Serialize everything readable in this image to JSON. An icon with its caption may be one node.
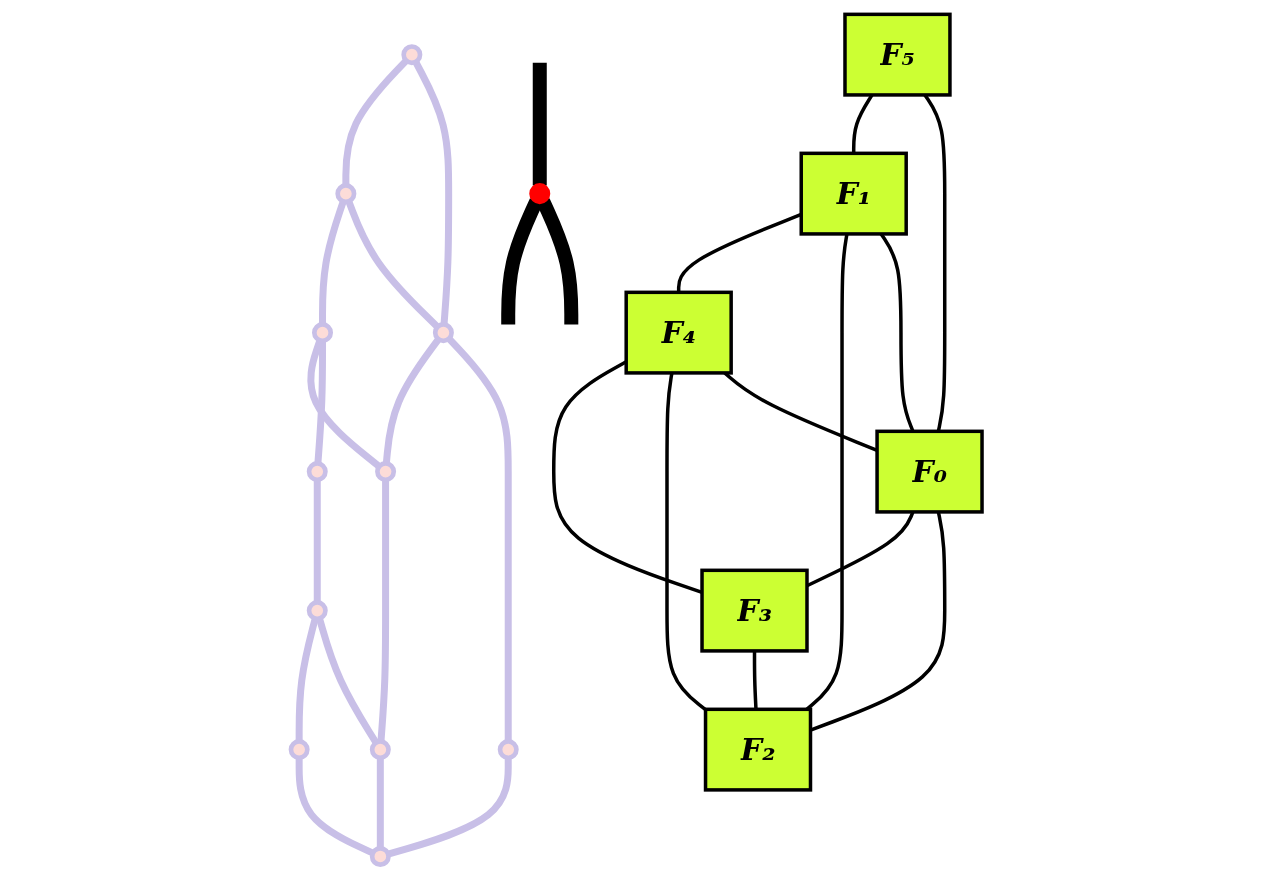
{
  "diagram": {
    "nodes": [
      {
        "text": [],
        "shape": "circle"
      },
      {
        "text": [],
        "shape": "circle"
      },
      {
        "text": [
          "F₀"
        ]
      },
      {
        "text": [],
        "shape": "circle"
      },
      {
        "text": [],
        "shape": "circle"
      },
      {
        "text": [],
        "shape": "circle"
      },
      {
        "text": [],
        "shape": "circle"
      },
      {
        "text": [
          "F₅"
        ]
      },
      {
        "text": [
          "F₁"
        ]
      },
      {
        "text": [
          "F₄"
        ]
      },
      {
        "text": [
          "F₃"
        ]
      },
      {
        "text": [],
        "shape": "circle"
      },
      {
        "text": [],
        "shape": "circle"
      },
      {
        "text": [],
        "shape": "circle"
      },
      {
        "text": [],
        "shape": "circle"
      },
      {
        "text": [],
        "shape": "circle"
      },
      {
        "text": [
          "F₂"
        ]
      },
      {
        "text": [],
        "shape": "circle"
      }
    ],
    "edges": [
      {
        "from": 7,
        "to": 8,
        "arrow": "none",
        "color": "#000000"
      },
      {
        "from": 8,
        "to": 9,
        "arrow": "none",
        "color": "#000000"
      },
      {
        "from": 9,
        "to": 10,
        "arrow": "none",
        "color": "#000000"
      },
      {
        "from": 2,
        "to": 10,
        "arrow": "none",
        "color": "#000000"
      },
      {
        "from": 8,
        "to": 16,
        "arrow": "none",
        "color": "#000000"
      },
      {
        "from": 9,
        "to": 16,
        "arrow": "none",
        "color": "#000000"
      },
      {
        "from": 10,
        "to": 16,
        "arrow": "none",
        "color": "#000000"
      },
      {
        "from": 7,
        "to": 2,
        "arrow": "none",
        "color": "#000000"
      },
      {
        "from": 8,
        "to": 2,
        "arrow": "none",
        "color": "#000000"
      },
      {
        "from": 9,
        "to": 2,
        "arrow": "none",
        "color": "#000000"
      },
      {
        "from": 2,
        "to": 16,
        "arrow": "none",
        "color": "#000000"
      },
      {
        "from": 11,
        "to": 3,
        "arrow": "none"
      },
      {
        "from": 11,
        "to": 12,
        "arrow": "none"
      },
      {
        "from": 3,
        "to": 4,
        "arrow": "none"
      },
      {
        "from": 3,
        "to": 12,
        "arrow": "none"
      },
      {
        "from": 4,
        "to": 13,
        "arrow": "none"
      },
      {
        "from": 4,
        "to": 1,
        "arrow": "none"
      },
      {
        "from": 1,
        "to": 5,
        "arrow": "none"
      },
      {
        "from": 5,
        "to": 6,
        "arrow": "none"
      },
      {
        "from": 5,
        "to": 14,
        "arrow": "none"
      },
      {
        "from": 6,
        "to": 15,
        "arrow": "none"
      },
      {
        "from": 12,
        "to": 13,
        "arrow": "none"
      },
      {
        "from": 13,
        "to": 14,
        "arrow": "none"
      },
      {
        "from": 14,
        "to": 15,
        "arrow": "none"
      },
      {
        "from": 12,
        "to": 17,
        "arrow": "none"
      },
      {
        "from": 17,
        "to": 15,
        "arrow": "none"
      },
      {
        "from": null,
        "to": 0,
        "arrow": "none",
        "style": "thick",
        "color": "#000000"
      },
      {
        "from": 0,
        "to": null,
        "arrow": "none",
        "style": "thick",
        "color": "#000000"
      },
      {
        "from": 0,
        "to": null,
        "arrow": "none",
        "style": "thick",
        "color": "#000000"
      }
    ]
  }
}
